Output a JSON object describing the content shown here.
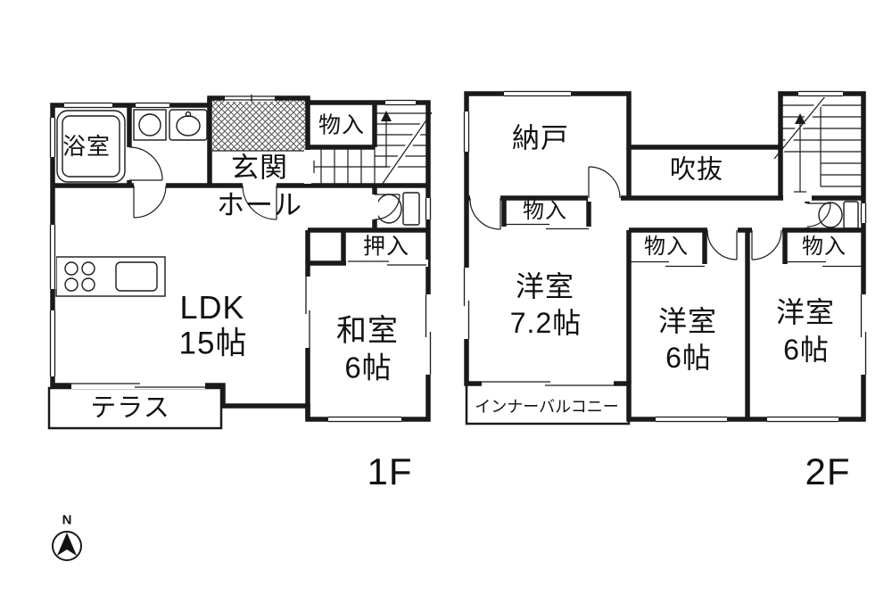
{
  "floor1": {
    "floor_label": "1F",
    "bath": "浴室",
    "entrance_line1": "玄関",
    "entrance_line2": "ホール",
    "storage_top": "物入",
    "oshiire": "押入",
    "ldk_line1": "LDK",
    "ldk_line2": "15帖",
    "washitsu_line1": "和室",
    "washitsu_line2": "6帖",
    "terrace": "テラス"
  },
  "floor2": {
    "floor_label": "2F",
    "nando": "納戸",
    "fukinuke": "吹抜",
    "closet1": "物入",
    "closet2": "物入",
    "closet3": "物入",
    "room1_line1": "洋室",
    "room1_line2": "7.2帖",
    "room2_line1": "洋室",
    "room2_line2": "6帖",
    "room3_line1": "洋室",
    "room3_line2": "6帖",
    "inner_balcony": "インナーバルコニー"
  },
  "compass": {
    "north": "N"
  },
  "colors": {
    "wall": "#1a1a1a",
    "background": "#ffffff",
    "hatch": "#555555"
  }
}
